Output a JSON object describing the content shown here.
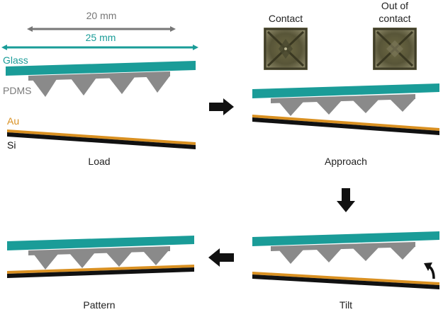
{
  "colors": {
    "glass": "#1a9c98",
    "pdms": "#8a8a8a",
    "gold": "#d99021",
    "silicon": "#111111",
    "dim20": "#777777",
    "dim25": "#1a9c98",
    "arrow": "#111111"
  },
  "dimensions": {
    "inner": "20 mm",
    "outer": "25 mm"
  },
  "layers": {
    "glass": "Glass",
    "pdms": "PDMS",
    "gold": "Au",
    "silicon": "Si"
  },
  "steps": {
    "load": "Load",
    "approach": "Approach",
    "tilt": "Tilt",
    "pattern": "Pattern"
  },
  "micrographs": {
    "contact": "Contact",
    "out_of_contact_line1": "Out of",
    "out_of_contact_line2": "contact"
  },
  "icons": [
    "arrow-right-icon",
    "arrow-down-icon",
    "arrow-left-icon",
    "rotate-arrow-icon"
  ]
}
